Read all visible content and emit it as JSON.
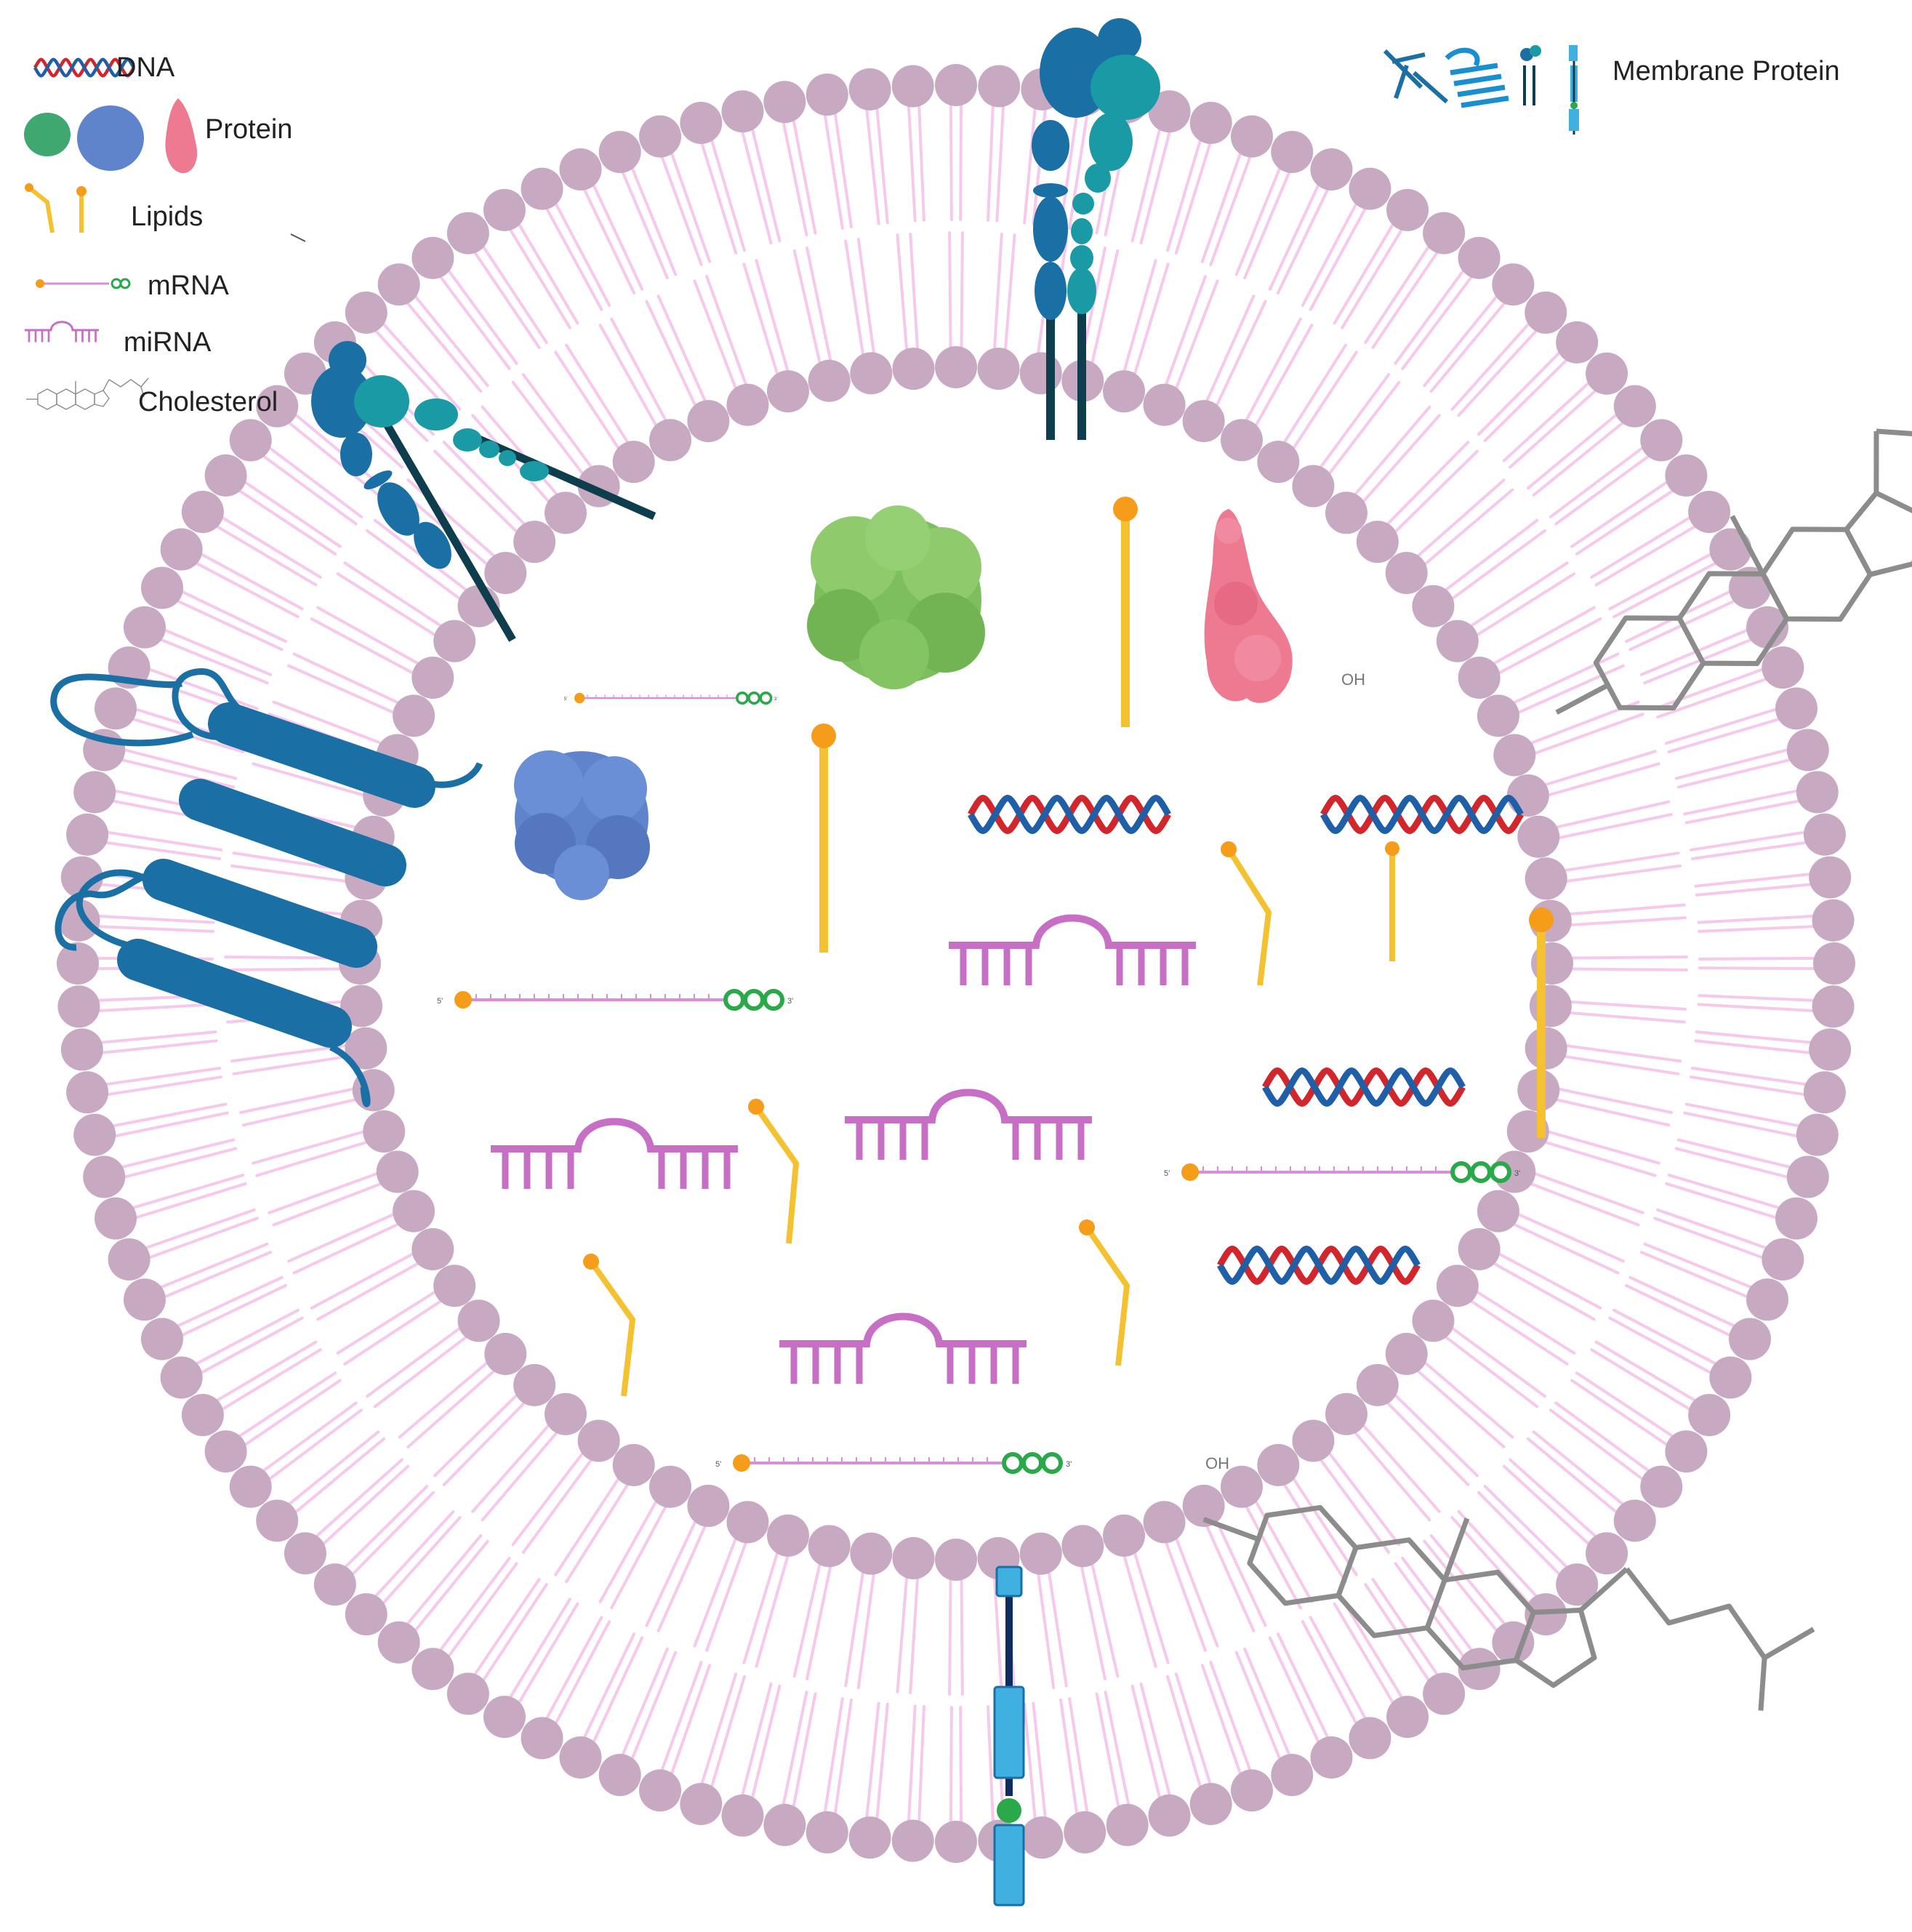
{
  "legend": {
    "dna": "DNA",
    "protein": "Protein",
    "lipids": "Lipids",
    "mrna": "mRNA",
    "mirna": "miRNA",
    "cholesterol": "Cholesterol",
    "membrane_protein": "Membrane Protein"
  },
  "labels": {
    "hydroxyl": "OH",
    "five_prime": "5'",
    "three_prime": "3'"
  },
  "colors": {
    "lipid_head": "#c8a9c2",
    "lipid_tail": "#f6c9ec",
    "dna_red": "#d0262c",
    "dna_blue": "#1f5fa8",
    "protein_green": "#7dbf5e",
    "protein_blue": "#5f84cc",
    "protein_pink": "#ee7a92",
    "lipid_yellow": "#f4c230",
    "lipid_orange": "#f59c1a",
    "mirna_magenta": "#c66fc4",
    "mrna_green": "#2aa84a",
    "cholesterol_gray": "#8c8c8c",
    "membrane_protein_blue": "#1a6fa5",
    "membrane_protein_teal": "#1a9aa5",
    "membrane_protein_dark": "#0e3d4e",
    "membrane_protein_cyan": "#3fb0e0"
  }
}
